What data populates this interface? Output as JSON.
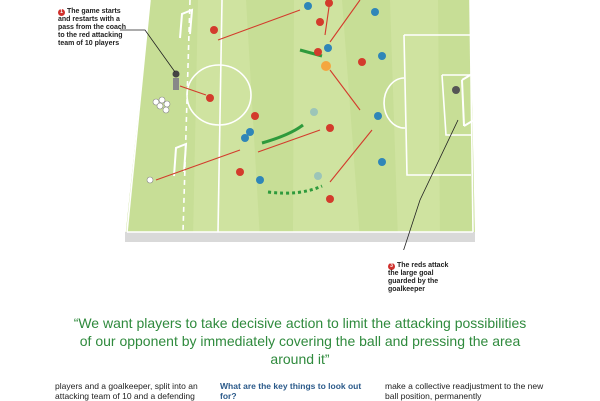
{
  "callouts": {
    "one": {
      "num": "1",
      "text": "The game starts and restarts with a pass from the coach to the red attacking team of 10 players"
    },
    "three": {
      "num": "3",
      "text": "The reds attack the large goal guarded by the goalkeeper"
    }
  },
  "quote": "“We want players to take decisive action to limit the attacking possibilities of our opponent by immediately covering the ball and pressing the area around it”",
  "bottom": {
    "col1": "players and a goalkeeper, split into an attacking team of 10 and a defending",
    "col2_heading": "What are the key things to look out for?",
    "col3": "make a collective readjustment to the new ball position, permanently"
  },
  "colors": {
    "pitch_light": "#cfe3a0",
    "pitch_dark": "#c2da8f",
    "red_team": "#d33b2c",
    "blue_team": "#2f86b8",
    "pass_arrow": "#d33b2c",
    "run_arrow": "#2e9a3c",
    "quote_text": "#2f8a3d"
  }
}
